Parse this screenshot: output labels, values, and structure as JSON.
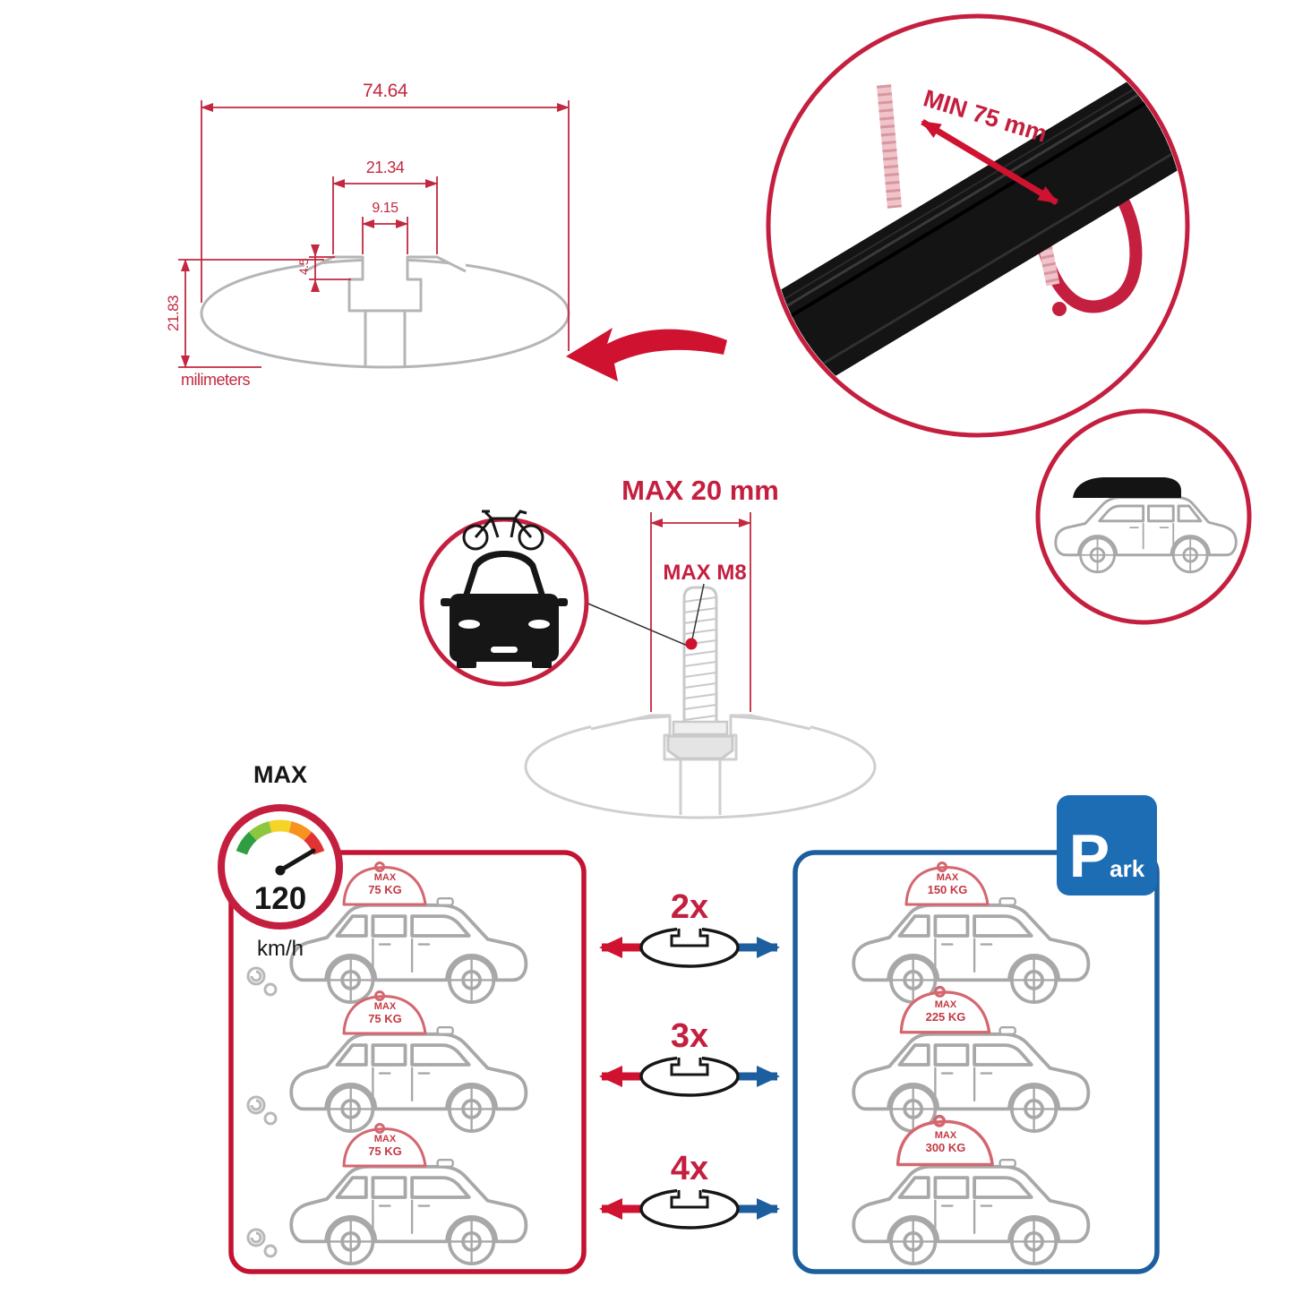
{
  "colors": {
    "accent_red": "#c22941",
    "bright_red": "#cf1230",
    "ring_red": "#c51f3f",
    "panel_red": "#c41230",
    "panel_blue": "#1d5e9e",
    "sign_blue": "#1d6db4",
    "profile_gray": "#b5b5b5",
    "bar_black": "#141414",
    "gauge_green": "#2f9e41",
    "gauge_lightgreen": "#8dc63f",
    "gauge_yellow": "#f5d327",
    "gauge_orange": "#f6921e",
    "gauge_red": "#e23333"
  },
  "dimension_diagram": {
    "total_width": "74.64",
    "plateau_width": "21.34",
    "slot_width": "9.15",
    "lip_depth": "4.5",
    "total_height": "21.83",
    "units_label": "milimeters"
  },
  "crossbar_closeup": {
    "clamp_min_label": "MIN 75 mm"
  },
  "bolt_diagram": {
    "max_protrusion_label": "MAX 20 mm",
    "max_thread_label": "MAX M8"
  },
  "speed_limit": {
    "heading": "MAX",
    "value": "120",
    "units": "km/h"
  },
  "load_table": {
    "multipliers": [
      "2x",
      "3x",
      "4x"
    ],
    "driving": [
      {
        "label": "MAX",
        "weight": "75 KG"
      },
      {
        "label": "MAX",
        "weight": "75 KG"
      },
      {
        "label": "MAX",
        "weight": "75 KG"
      }
    ],
    "parked": [
      {
        "label": "MAX",
        "weight": "150 KG"
      },
      {
        "label": "MAX",
        "weight": "225 KG"
      },
      {
        "label": "MAX",
        "weight": "300 KG"
      }
    ],
    "parking_sign": {
      "letter": "P",
      "rest": "ark"
    }
  }
}
